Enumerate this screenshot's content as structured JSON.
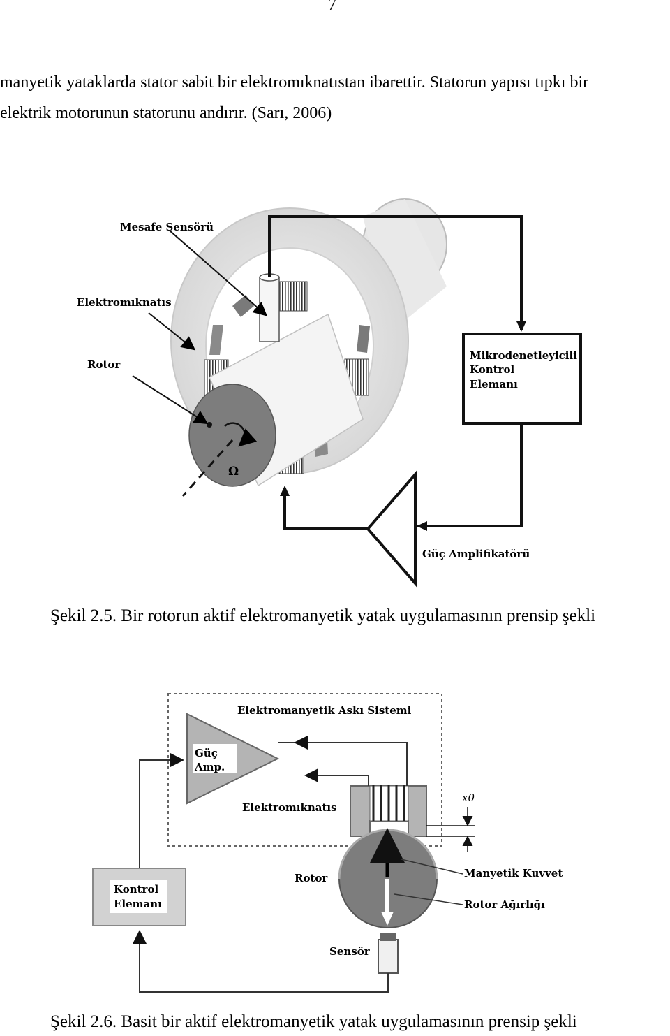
{
  "page": {
    "number": "7"
  },
  "paragraph": {
    "line1": "manyetik yataklarda stator sabit bir elektromıknatıstan ibarettir. Statorun yapısı tıpkı bir",
    "line2": "elektrik motorunun statorunu andırır. (Sarı, 2006)"
  },
  "figure1": {
    "labels": {
      "distance_sensor": "Mesafe Sensörü",
      "electromagnet": "Elektromıknatıs",
      "rotor": "Rotor",
      "controller_line1": "Mikrodenetleyicili",
      "controller_line2": "Kontrol",
      "controller_line3": "Elemanı",
      "power_amp": "Güç Amplifikatörü",
      "omega": "Ω"
    },
    "caption": "Şekil 2.5. Bir rotorun aktif elektromanyetik yatak uygulamasının prensip şekli"
  },
  "figure2": {
    "labels": {
      "system": "Elektromanyetik Askı Sistemi",
      "amp_line1": "Güç",
      "amp_line2": "Amp.",
      "electromagnet": "Elektromıknatıs",
      "control_line1": "Kontrol",
      "control_line2": "Elemanı",
      "rotor": "Rotor",
      "magnetic_force": "Manyetik Kuvvet",
      "rotor_weight": "Rotor Ağırlığı",
      "sensor": "Sensör",
      "gap": "x0"
    },
    "caption": "Şekil 2.6. Basit bir aktif elektromanyetik yatak uygulamasının prensip şekli"
  }
}
